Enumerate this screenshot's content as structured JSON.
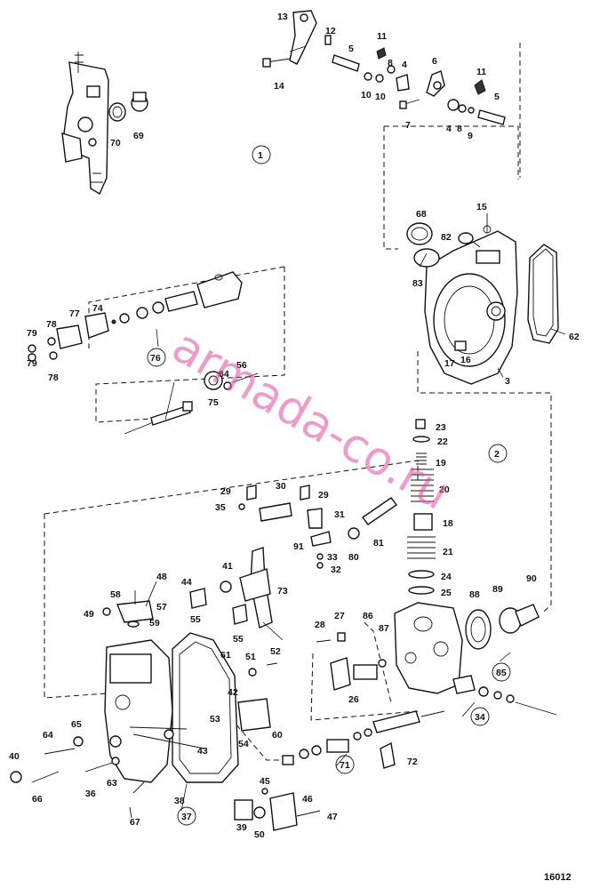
{
  "diagram": {
    "drawing_number": "16012",
    "watermark": "armada-co.ru",
    "part_labels": [
      "13",
      "12",
      "11",
      "5",
      "8",
      "4",
      "6",
      "11",
      "5",
      "14",
      "10",
      "10",
      "7",
      "4",
      "8",
      "9",
      "70",
      "69",
      "68",
      "15",
      "82",
      "83",
      "62",
      "16",
      "17",
      "3",
      "78",
      "79",
      "77",
      "74",
      "84",
      "56",
      "75",
      "78",
      "79",
      "23",
      "22",
      "19",
      "20",
      "29",
      "30",
      "29",
      "35",
      "31",
      "18",
      "81",
      "91",
      "33",
      "32",
      "80",
      "21",
      "24",
      "25",
      "48",
      "58",
      "57",
      "49",
      "59",
      "44",
      "41",
      "73",
      "55",
      "55",
      "28",
      "27",
      "86",
      "87",
      "88",
      "89",
      "90",
      "26",
      "61",
      "51",
      "52",
      "42",
      "53",
      "54",
      "60",
      "64",
      "65",
      "43",
      "40",
      "66",
      "36",
      "63",
      "38",
      "67",
      "45",
      "46",
      "47",
      "39",
      "50",
      "72"
    ],
    "group_refs": [
      "1",
      "2",
      "76",
      "71",
      "34",
      "85",
      "37"
    ]
  }
}
